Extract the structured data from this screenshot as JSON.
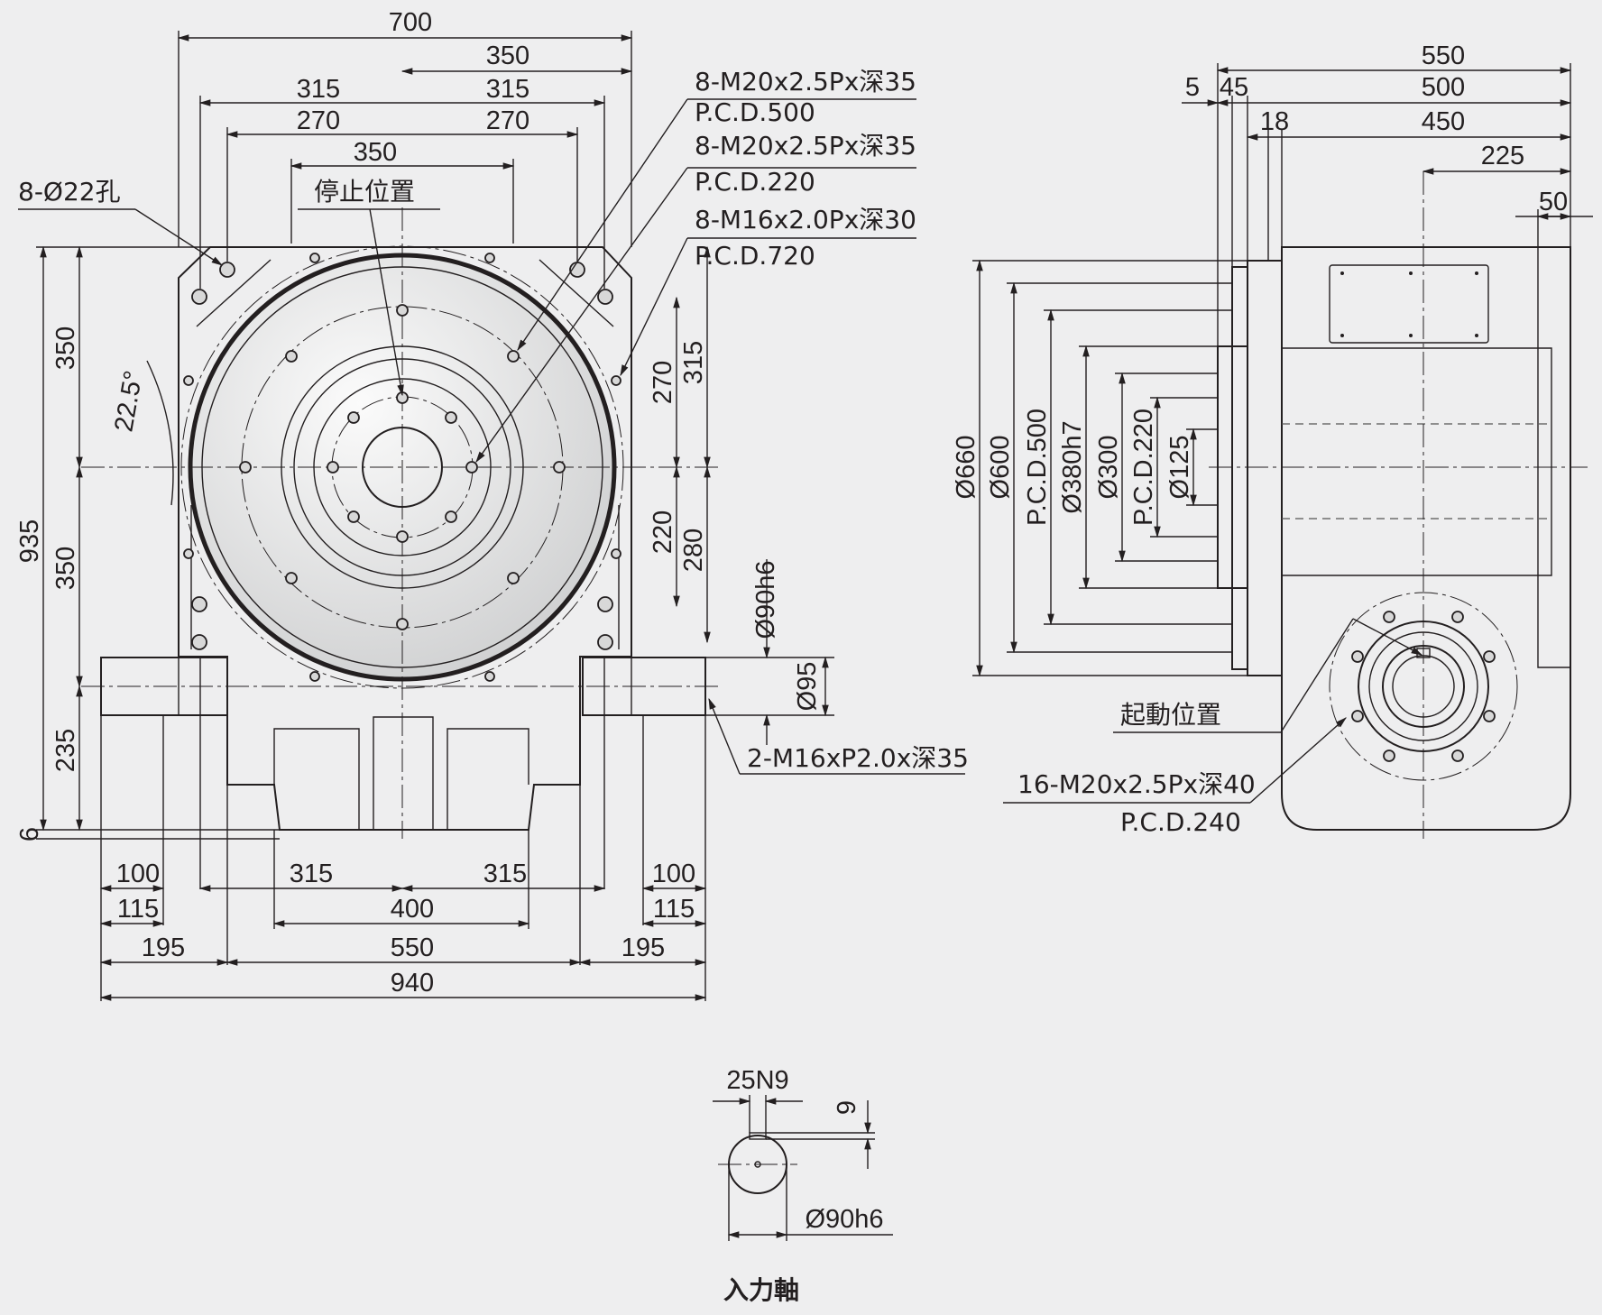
{
  "front_view": {
    "top_dims": [
      "700",
      "350",
      "315",
      "315",
      "270",
      "270",
      "350"
    ],
    "stop_position": "停止位置",
    "hole_note": "8-Ø22孔",
    "angle": "22.5°",
    "left_dims": [
      "935",
      "350",
      "350",
      "235",
      "6"
    ],
    "right_dims": [
      "315",
      "270",
      "220",
      "280"
    ],
    "shaft_dims": [
      "Ø90h6",
      "Ø95"
    ],
    "bottom_row1": [
      "100",
      "315",
      "315",
      "100"
    ],
    "bottom_row2": [
      "115",
      "400",
      "115"
    ],
    "bottom_row3": [
      "195",
      "550",
      "195"
    ],
    "bottom_total": "940",
    "callouts": [
      {
        "text": "8-M20x2.5Px深35",
        "sub": "P.C.D.500"
      },
      {
        "text": "8-M20x2.5Px深35",
        "sub": "P.C.D.220"
      },
      {
        "text": "8-M16x2.0Px深30",
        "sub": "P.C.D.720"
      }
    ],
    "shaft_note": "2-M16xP2.0x深35"
  },
  "side_view": {
    "top_dims": [
      "550",
      "5",
      "45",
      "500",
      "18",
      "450",
      "225",
      "50"
    ],
    "vertical_dims": [
      "Ø660",
      "Ø600",
      "P.C.D.500",
      "Ø380h7",
      "Ø300",
      "P.C.D.220",
      "Ø125"
    ],
    "start_position": "起動位置",
    "tap_note": "16-M20x2.5Px深40",
    "tap_pcd": "P.C.D.240"
  },
  "shaft_detail": {
    "key": "25N9",
    "depth": "9",
    "diameter": "Ø90h6",
    "title": "入力軸"
  },
  "colors": {
    "body_fill": "#c5d3c4",
    "table_fill": "#e7e8e8",
    "line": "#231f20"
  }
}
